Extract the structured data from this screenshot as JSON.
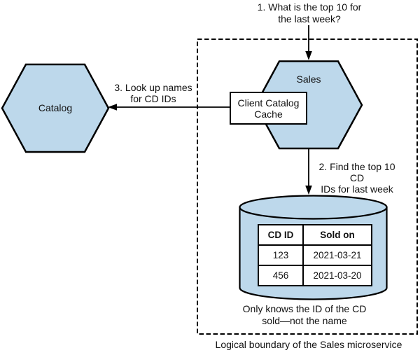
{
  "diagram": {
    "title_hint": "Sales microservice logical boundary diagram",
    "labels": {
      "step1": "1. What is the top 10 for\nthe last week?",
      "step2": "2. Find the top 10 CD\nIDs for last week",
      "step3": "3. Look up names\nfor CD IDs",
      "catalog": "Catalog",
      "sales": "Sales",
      "cache": "Client Catalog\nCache",
      "db_note": "Only knows the ID of the CD\nsold—not the name",
      "boundary": "Logical boundary of the Sales microservice"
    },
    "table": {
      "headers": [
        "CD ID",
        "Sold on"
      ],
      "rows": [
        [
          "123",
          "2021-03-21"
        ],
        [
          "456",
          "2021-03-20"
        ]
      ]
    },
    "colors": {
      "shape_fill": "#BDD8EB",
      "stroke": "#000000",
      "background": "#FFFFFF",
      "text": "#111111"
    }
  }
}
